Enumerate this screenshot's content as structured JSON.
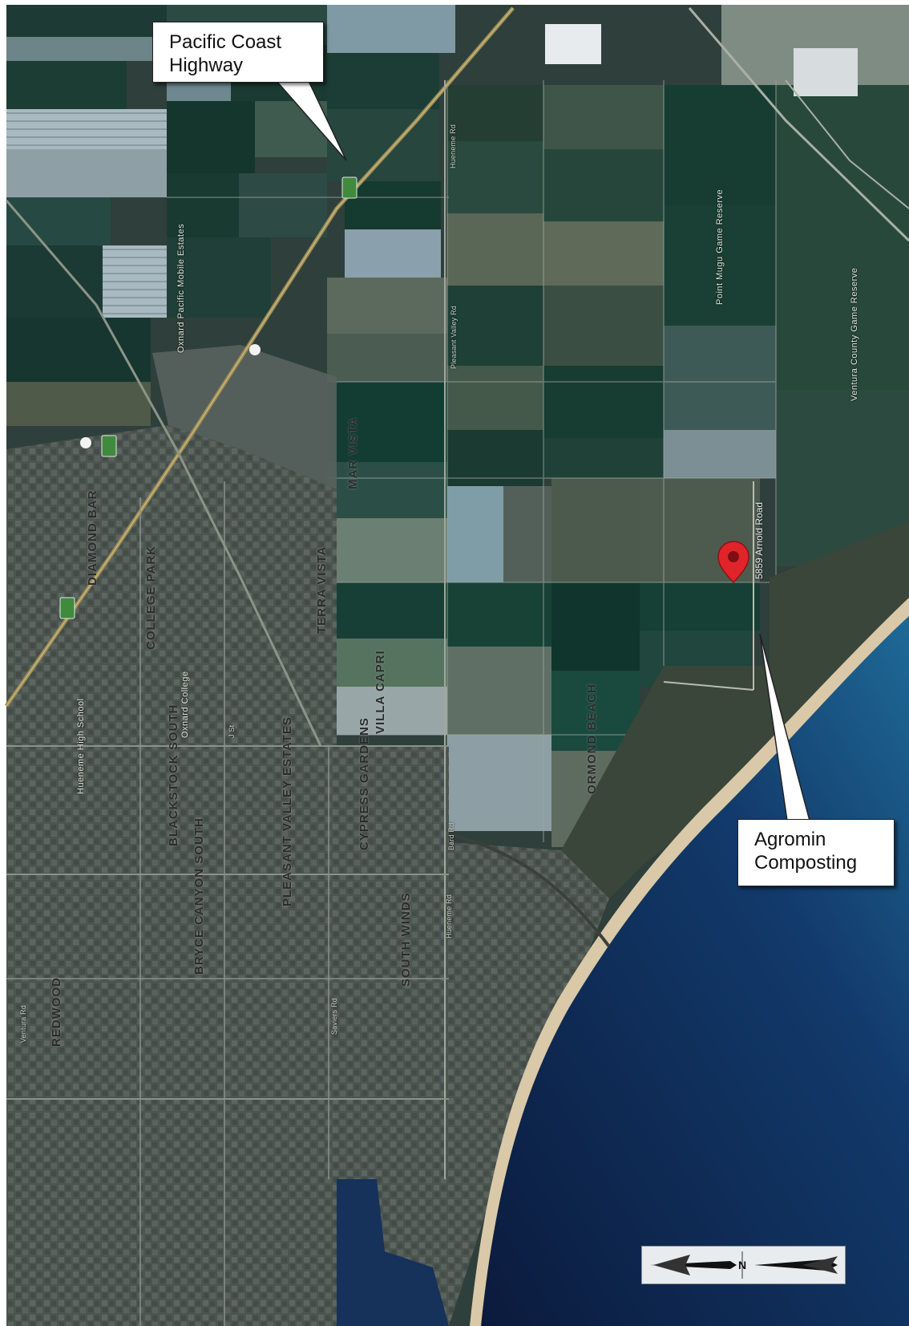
{
  "callouts": {
    "pch": {
      "line1": "Pacific Coast",
      "line2": "Highway"
    },
    "agromin": {
      "line1": "Agromin",
      "line2": "Composting"
    }
  },
  "neighborhoods": {
    "mar_vista": "MAR VISTA",
    "terra_vista": "TERRA VISTA",
    "villa_capri": "VILLA CAPRI",
    "ormond_beach": "ORMOND BEACH",
    "diamond_bar": "DIAMOND BAR",
    "college_park": "COLLEGE PARK",
    "cypress_gardens": "CYPRESS GARDENS",
    "pleasant_valley_estates": "PLEASANT VALLEY ESTATES",
    "bryce_canyon_south": "BRYCE CANYON SOUTH",
    "blackstock_south": "BLACKSTOCK SOUTH",
    "south_winds": "SOUTH WINDS",
    "redwood": "REDWOOD"
  },
  "places": {
    "oxnard_pacific_mobile_estates": "Oxnard Pacific Mobile Estates",
    "oxnard_college": "Oxnard College",
    "point_mugu_game_reserve": "Point Mugu Game Reserve",
    "ventura_county_game_reserve": "Ventura County Game Reserve",
    "hueneme_high_school": "Hueneme High School",
    "address": "5859 Arnold Road",
    "north_letter": "N"
  },
  "roads": {
    "hueneme_rd": "Hueneme Rd",
    "pleasant_valley_rd": "Pleasant Valley Rd",
    "ventura_rd": "Ventura Rd",
    "j_st": "J St",
    "saviers_rd": "Saviers Rd",
    "bard_rd": "Bard Rd",
    "hueneme_rd_s": "Hueneme Rd"
  },
  "colors": {
    "ocean_deep": "#0b1a3c",
    "ocean_shallow": "#1f6a97",
    "beach": "#d9c9a8",
    "field_dark": "#153a31",
    "field_light": "#6f8a86",
    "urban": "#4f5753",
    "marker": "#e0242a"
  }
}
